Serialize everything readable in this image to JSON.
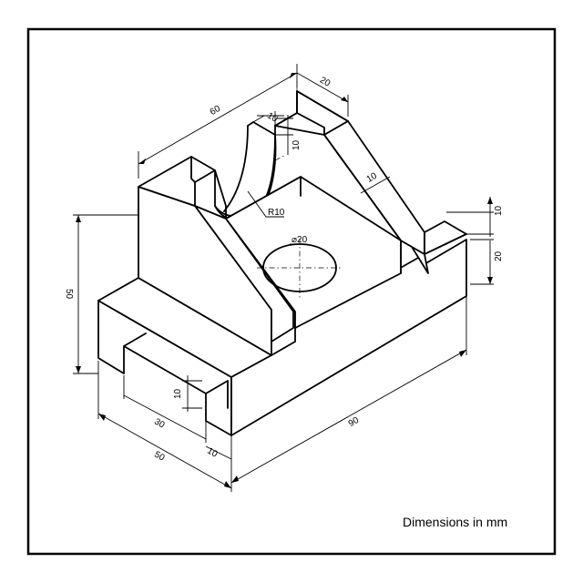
{
  "note": "Dimensions in mm",
  "dimensions": {
    "d60": "60",
    "d20_top": "20",
    "d10_a": "10",
    "d10_b": "10",
    "d10_c": "10",
    "r10": "R10",
    "dia20": "⌀20",
    "d10_right": "10",
    "d20_right": "20",
    "d50_height": "50",
    "d10_slot": "10",
    "d30": "30",
    "d50_depth": "50",
    "d10_bottom": "10",
    "d90": "90"
  }
}
